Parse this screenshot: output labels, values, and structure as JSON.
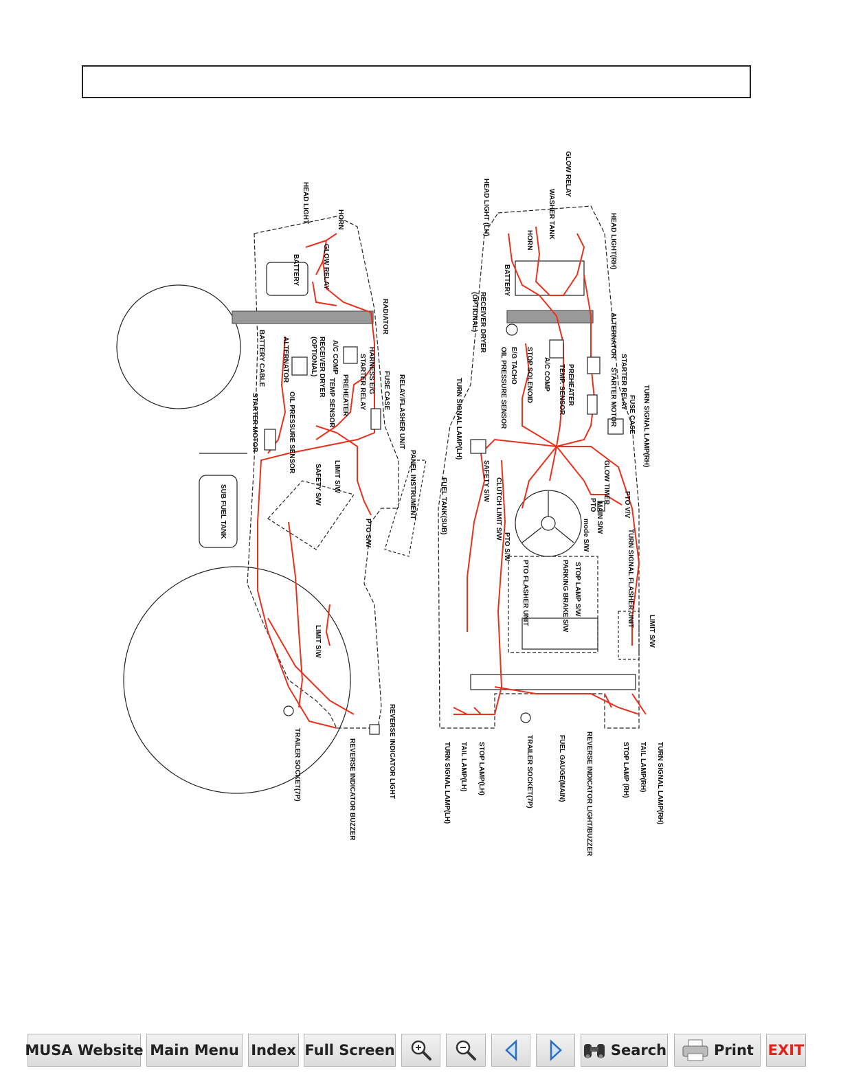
{
  "diagram": {
    "side_labels": {
      "head_light": "HEAD LIGHT",
      "horn": "HORN",
      "glow_relay": "GLOW RELAY",
      "battery": "BATTERY",
      "radiator": "RADIATOR",
      "fuse_case": "FUSE CASE",
      "relay_flasher_unit": "RELAY/FLASHER UNIT",
      "harness_eg": "HARNESS E/G",
      "starter_relay": "STARTER RELAY",
      "preheater": "PREHEATER",
      "ac_comp": "A/C COMP",
      "temp_sensor": "TEMP SENSOR",
      "receiver_dryer": "RECEIVER DRYER",
      "optional": "(OPTIONAL)",
      "alternator": "ALTERNATOR",
      "oil_pressure_sensor": "OIL PRESSURE SENSOR",
      "battery_cable": "BATTERY CABLE",
      "starter_motor": "STARTER MOTOR",
      "panel_instrument": "PANEL INSTRUMENT",
      "limit_sw": "LIMIT S/W",
      "safety_sw": "SAFETY S/W",
      "pto_sw": "PTO S/W",
      "sub_fuel_tank": "SUB FUEL TANK",
      "limit_sw_rear": "LIMIT S/W",
      "reverse_indicator_light": "REVERSE INDICATOR LIGHT",
      "reverse_indicator_buzzer": "REVERSE INDICATOR BUZZER",
      "trailer_socket": "TRAILER SOCKET(7P)"
    },
    "top_labels": {
      "glow_relay": "GLOW RELAY",
      "washer_tank": "WASHER TANK",
      "head_light_lh": "HEAD LIGHT (LH)",
      "head_light_rh": "HEAD LIGHT(RH)",
      "horn": "HORN",
      "battery": "BATTERY",
      "receiver_dryer": "RECEIVER DRYER",
      "optional": "(OPTIONAL)",
      "eg_tacho": "E/G TACHO",
      "oil_pressure_sensor": "OIL PRESSURE SENSOR",
      "stop_solenoid": "STOP SOLENOID",
      "ac_comp": "A/C COMP",
      "preheater": "PREHEATER",
      "temp_sensor": "TEMP. SENSOR",
      "alternator": "ALTERNATOR",
      "starter_relay": "STARTER RELAY",
      "starter_motor": "STARTER MOTOR",
      "fuse_case": "FUSE CASE",
      "turn_signal_lamp_rh": "TURN SIGNAL LAMP(RH)",
      "turn_signal_lamp_lh": "TURN SIGNAL LAMP(LH)",
      "glow_timer": "GLOW TIMER",
      "main_sw": "MAIN S/W",
      "pto_vv": "PTO V/V",
      "pto": "PTO",
      "mode_sw": "mode S/W",
      "turn_signal_flasher_unit": "TURN SIGNAL FLASHER UNIT",
      "safety_sw": "SAFETY S/W",
      "clutch_limit_sw": "CLUTCH LIMIT S/W",
      "fuel_tank_sub": "FUEL TANK(SUB)",
      "pto_sw": "PTO S/W",
      "pto_flasher_unit": "PTO FLASHER UNIT",
      "stop_lamp_sw": "STOP LAMP S/W",
      "parking_brake_sw": "PARKING BRAKE S/W",
      "limit_sw": "LIMIT S/W",
      "turn_signal_lamp_lh_rear": "TURN SIGNAL LAMP(LH)",
      "tail_lamp_lh": "TAIL LAMP(LH)",
      "stop_lamp_lh": "STOP LAMP(LH)",
      "trailer_socket": "TRAILER SOCKET(7P)",
      "fuel_gauge_main": "FUEL GAUGE(MAIN)",
      "reverse_indicator_light_buzzer": "REVERSE INDICATOR LIGHT/BUZZER",
      "stop_lamp_rh": "STOP LAMP (RH)",
      "tail_lamp_rh": "TAIL LAMP(RH)",
      "turn_signal_lamp_rh_rear": "TURN SIGNAL LAMP(RH)"
    }
  },
  "toolbar": {
    "musa_website": "MUSA Website",
    "main_menu": "Main Menu",
    "index": "Index",
    "full_screen": "Full Screen",
    "search": "Search",
    "print": "Print",
    "exit": "EXIT"
  },
  "icons": {
    "zoom_in": "zoom-in-icon",
    "zoom_out": "zoom-out-icon",
    "prev": "arrow-left-icon",
    "next": "arrow-right-icon",
    "search": "binoculars-icon",
    "print": "printer-icon"
  },
  "colors": {
    "wire": "#e8301c",
    "exit": "#e2231a",
    "line": "#222222"
  }
}
